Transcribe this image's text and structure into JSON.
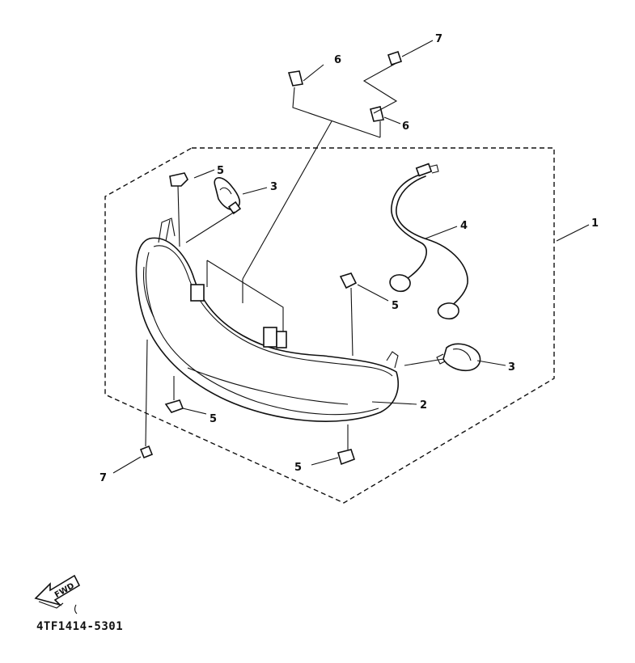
{
  "diagram": {
    "part_code": "4TF1414-5301",
    "front_arrow_label": "FWD",
    "callouts": {
      "c1": "1",
      "c2": "2",
      "c3_top": "3",
      "c3_right": "3",
      "c4": "4",
      "c5_top": "5",
      "c5_mid": "5",
      "c5_left": "5",
      "c5_bottom": "5",
      "c6_top": "6",
      "c6_bottom": "6",
      "c7_top": "7",
      "c7_bottom": "7"
    }
  }
}
